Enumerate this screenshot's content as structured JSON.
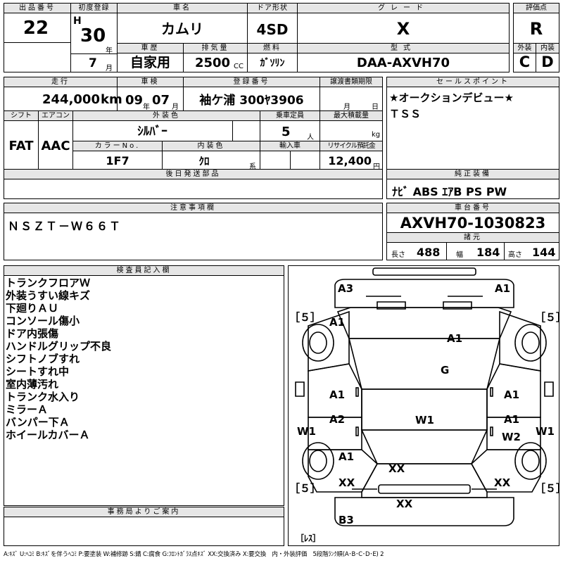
{
  "header": {
    "lot_label": "出品番号",
    "lot_value": "22",
    "first_reg_label": "初度登録",
    "era": "H",
    "year": "30",
    "year_unit": "年",
    "month": "7",
    "month_unit": "月",
    "car_name_label": "車名",
    "car_name": "カムリ",
    "door_label": "ドア形状",
    "door": "4SD",
    "grade_label": "グレード",
    "grade": "X",
    "score_label": "評価点",
    "score": "R",
    "history_label": "車歴",
    "history": "自家用",
    "displacement_label": "排気量",
    "displacement": "2500",
    "displacement_unit": "CC",
    "fuel_label": "燃料",
    "fuel": "ｶﾞｿﾘﾝ",
    "model_label": "型式",
    "model": "DAA-AXVH70",
    "exterior_label": "外装",
    "exterior": "C",
    "interior_label": "内装",
    "interior": "D"
  },
  "row2": {
    "mileage_label": "走行",
    "mileage": "244,000",
    "mileage_unit": "km",
    "inspection_label": "車検",
    "insp_year": "09",
    "insp_year_unit": "年",
    "insp_month": "07",
    "insp_month_unit": "月",
    "plate_label": "登録番号",
    "plate": "袖ケ浦 300ﾔ3906",
    "transfer_label": "譲渡書類期限",
    "transfer_month": "月",
    "transfer_day": "日"
  },
  "row3": {
    "shift_label": "シフト",
    "shift": "FAT",
    "ac_label": "エアコン",
    "ac": "AAC",
    "color_label": "外装色",
    "color": "ｼﾙﾊﾞｰ",
    "capacity_label": "乗車定員",
    "capacity": "5",
    "capacity_unit": "人",
    "payload_label": "最大積載量",
    "payload_unit": "kg",
    "color_no_label": "カラーNo.",
    "color_no": "1F7",
    "int_color_label": "内装色",
    "int_color": "ｸﾛ",
    "int_color_unit": "系",
    "import_label": "輸入車",
    "recycle_label": "リサイクル預託金",
    "recycle": "12,400",
    "recycle_unit": "円"
  },
  "sales_point": {
    "label": "セールスポイント",
    "lines": [
      "★オークションデビュー★",
      "ＴＳＳ"
    ]
  },
  "later_parts": {
    "label": "後日発送部品",
    "value": ""
  },
  "equipment": {
    "label": "純正装備",
    "value": "ﾅﾋﾞ ABS ｴｱB PS PW"
  },
  "notes": {
    "label": "注意事項欄",
    "value": "ＮＳＺＴ－Ｗ６６Ｔ"
  },
  "chassis": {
    "label": "車台番号",
    "value": "AXVH70-1030823"
  },
  "specs": {
    "label": "諸元",
    "length_label": "長さ",
    "length": "488",
    "width_label": "幅",
    "width": "184",
    "height_label": "高さ",
    "height": "144"
  },
  "inspector": {
    "label": "検査員記入欄",
    "lines": [
      "トランクフロアＷ",
      "外装うすい線キズ",
      "下廻りＡＵ",
      "コンソール傷小",
      "ドア内張傷",
      "ハンドルグリップ不良",
      "シフトノブすれ",
      "シートすれ中",
      "室内薄汚れ",
      "トランク水入り",
      "ミラーＡ",
      "バンパー下Ａ",
      "ホイールカバーＡ"
    ]
  },
  "office": {
    "label": "事務局よりご案内",
    "value": ""
  },
  "diagram": {
    "tire_marks": [
      "［５］",
      "［５］",
      "［５］",
      "［５］"
    ],
    "spare_mark": "［ﾚｽ］",
    "marks": [
      "A3",
      "A1",
      "A1",
      "A1",
      "G",
      "A1",
      "A1",
      "A2",
      "W1",
      "A1",
      "W1",
      "W2",
      "W1",
      "A1",
      "XX",
      "XX",
      "XX",
      "XX",
      "B3"
    ]
  },
  "legend": "A:ｷｽﾞ U:ﾍｺﾐ B:ｷｽﾞを伴うﾍｺﾐ P:要塗装 W:補修跡 S:錆 C:腐食 G:ﾌﾛﾝﾄｶﾞﾗｽ点ｷｽﾞ XX:交換済み X:要交換　内・外装評価　5段階ﾗﾝｸ順(A･B･C･D･E) 2"
}
